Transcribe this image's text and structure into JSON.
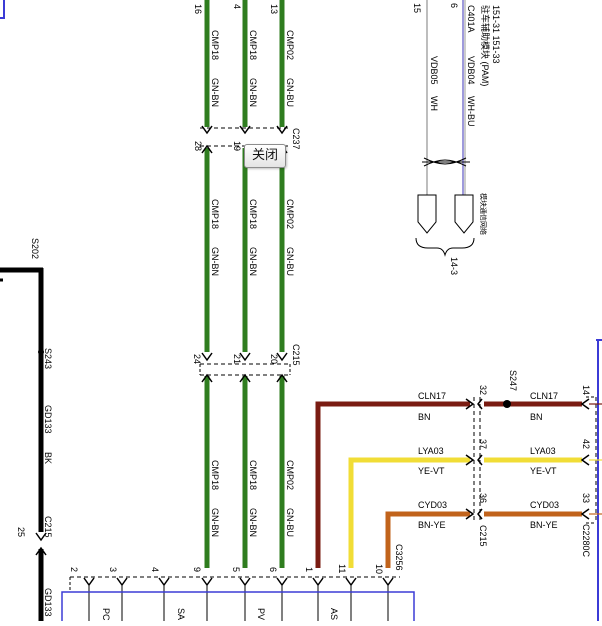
{
  "tooltip": {
    "close_label": "关闭"
  },
  "colors": {
    "green": "#2f7d1f",
    "black": "#000000",
    "red": "#7a1c12",
    "yellow": "#f1dd36",
    "orange": "#c1631b",
    "violet": "#6b63c8",
    "module_border": "#3b3bd6"
  },
  "green_harness": {
    "wires": [
      {
        "circuit": "CMP18",
        "color": "GN-BN",
        "pin_top": "16",
        "pin_c237": "28",
        "pin_c215_top": "24",
        "pin_bottom": "9"
      },
      {
        "circuit": "CMP18",
        "color": "GN-BN",
        "pin_top": "4",
        "pin_c237": "19",
        "pin_c215_top": "21",
        "pin_bottom": "5"
      },
      {
        "circuit": "CMP02",
        "color": "GN-BU",
        "pin_top": "13",
        "pin_c237": "",
        "pin_c215_top": "20",
        "pin_bottom": "6"
      }
    ],
    "connector_c237": "C237",
    "connector_c215": "C215"
  },
  "ground_harness": {
    "splice_s202": "S202",
    "splice_s243": "S243",
    "circuit": "GD133",
    "color": "BK",
    "connector": "C215",
    "pin": "25",
    "circuit_bottom": "GD133"
  },
  "parking_module": {
    "connector": "C401A",
    "header": "驻车辅助模块 (PAM)",
    "pages": "151-31  151-33",
    "wires": [
      {
        "pin": "15",
        "circuit": "VDB05",
        "color": "WH"
      },
      {
        "pin": "6",
        "circuit": "VDB04",
        "color": "WH-BU"
      }
    ],
    "note": "模块通信网络",
    "ref": "14-3"
  },
  "can_harness": {
    "splice": "S247",
    "connector_c215": "C215",
    "connector_c2280c": "C2280C",
    "connector_c3256": "C3256",
    "wires": [
      {
        "circuit": "CLN17",
        "color": "BN",
        "pin_c215": "32",
        "pin_right": "14",
        "pin_bottom": "1"
      },
      {
        "circuit": "LYA03",
        "color": "YE-VT",
        "pin_c215": "37",
        "pin_right": "42",
        "pin_bottom": "11"
      },
      {
        "circuit": "CYD03",
        "color": "BN-YE",
        "pin_c215": "36",
        "pin_right": "33",
        "pin_bottom": "10"
      }
    ]
  },
  "bottom_pins": [
    "2",
    "3",
    "4",
    "9",
    "5",
    "6",
    "1",
    "11",
    "10"
  ],
  "module_labels": [
    "PC",
    "SA",
    "PV",
    "AS"
  ]
}
